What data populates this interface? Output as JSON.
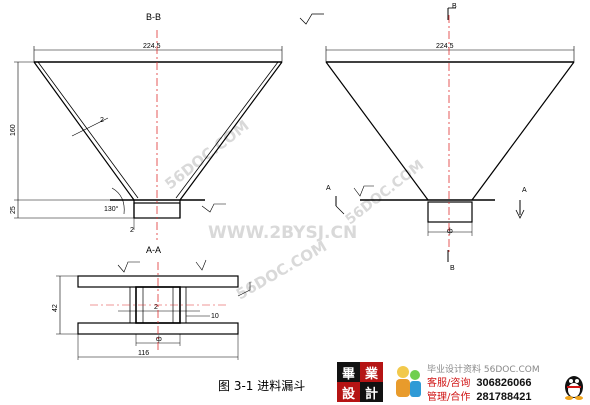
{
  "views": {
    "bb": {
      "title": "B-B",
      "top_width": "224.5",
      "height_dim": "160",
      "neck_dim": "25",
      "wall_thickness": "2",
      "angle": "130°",
      "outlet_thickness": "2"
    },
    "front": {
      "top_width": "224.5",
      "section_a": "A",
      "section_b": "B",
      "outlet_dim": "ф"
    },
    "aa": {
      "title": "A-A",
      "height_dim": "42",
      "inner_thickness": "2",
      "side_dim": "10",
      "length_dim": "116",
      "bottom_dim": "ф"
    }
  },
  "watermarks": {
    "site_diag": "56DOC.COM",
    "site_center": "WWW.2BYSJ.CN",
    "site_lower": "56DOC.COM"
  },
  "caption": "图 3-1   进料漏斗",
  "ad": {
    "logo_chars": [
      "畢",
      "業",
      "設",
      "計"
    ],
    "site_line": "毕业设计资料 56DOC.COM",
    "service_label": "客服/咨询",
    "service_number": "306826066",
    "manager_label": "管理/合作",
    "manager_number": "281788421"
  },
  "colors": {
    "line": "#000000",
    "centerline": "#e03030",
    "watermark": "#d9d9d9",
    "ad_red": "#d01414"
  },
  "icons": [
    "service-figure-icon",
    "qq-penguin-icon"
  ]
}
